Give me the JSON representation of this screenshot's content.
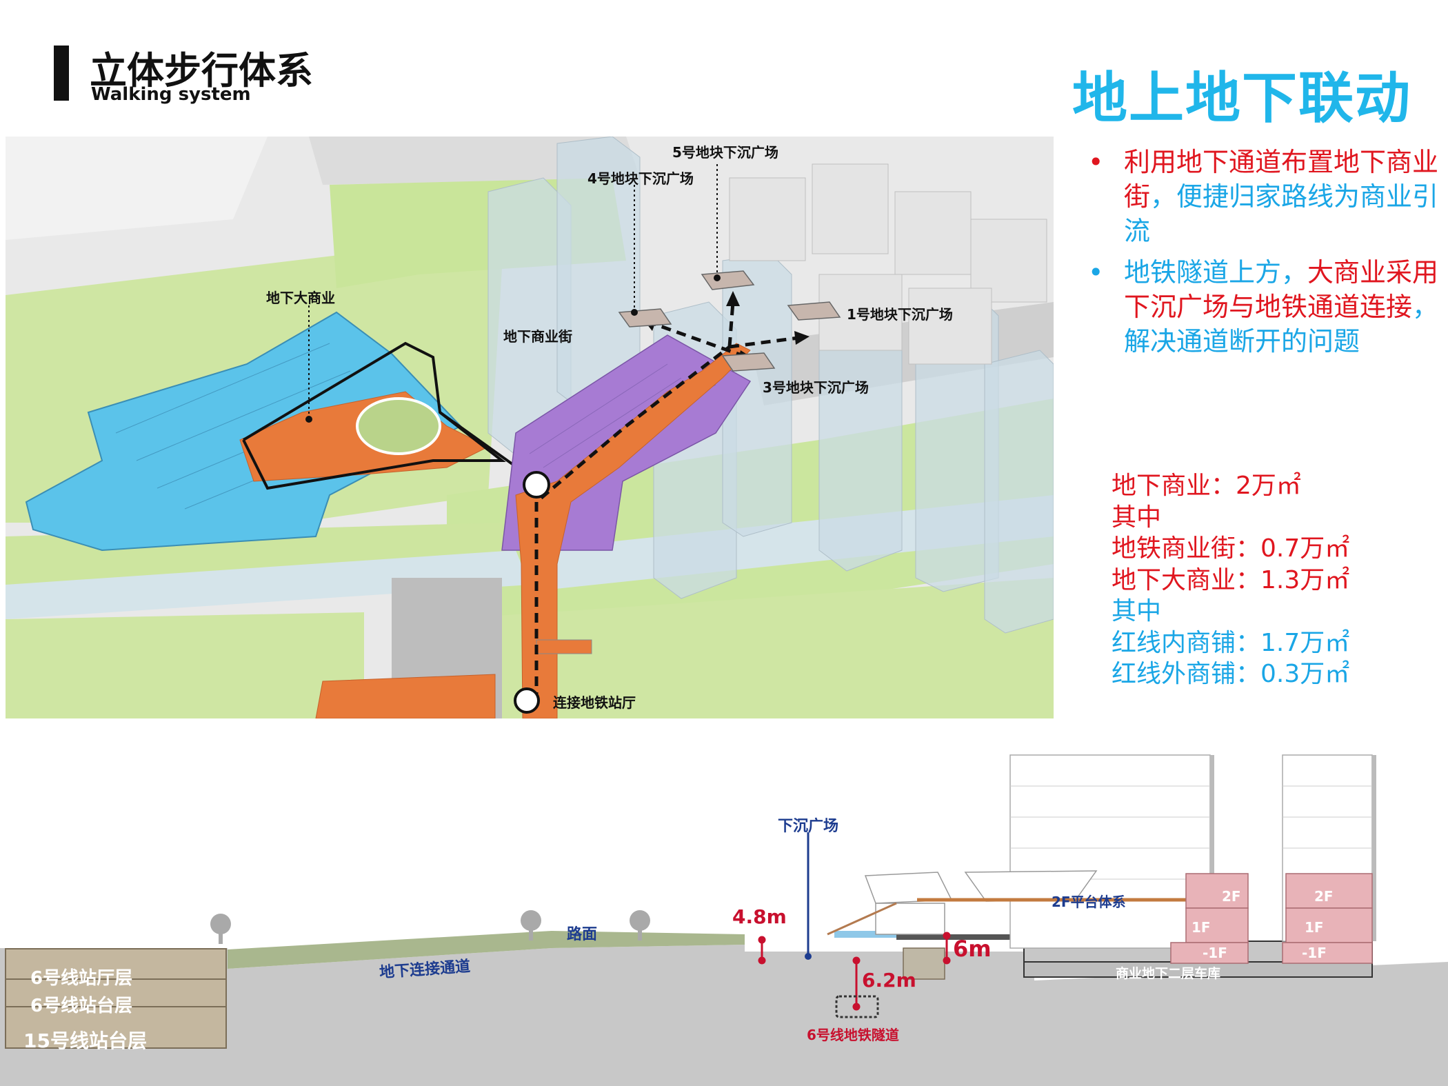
{
  "header": {
    "title": "立体步行体系",
    "subtitle": "Walking system"
  },
  "headline": "地上地下联动",
  "bullets": [
    {
      "parts": [
        {
          "text": "利用地下通道布置地下商业街",
          "color": "red"
        },
        {
          "text": "，便捷归家路线为商业引流",
          "color": "cyan"
        }
      ]
    },
    {
      "parts": [
        {
          "text": "地铁隧道上方，",
          "color": "cyan"
        },
        {
          "text": "大商业采用下沉广场与地铁通道连接",
          "color": "red"
        },
        {
          "text": "，解决通道断开的问题",
          "color": "cyan"
        }
      ]
    }
  ],
  "stats": [
    {
      "text": "地下商业：2万㎡",
      "color": "red"
    },
    {
      "text": "其中",
      "color": "red"
    },
    {
      "text": "地铁商业街：0.7万㎡",
      "color": "red"
    },
    {
      "text": "地下大商业：1.3万㎡",
      "color": "red"
    },
    {
      "text": "其中",
      "color": "cyan"
    },
    {
      "text": "红线内商铺：1.7万㎡",
      "color": "cyan"
    },
    {
      "text": "红线外商铺：0.3万㎡",
      "color": "cyan"
    }
  ],
  "map_labels": {
    "plaza5": "5号地块下沉广场",
    "plaza4": "4号地块下沉广场",
    "plaza1": "1号地块下沉广场",
    "plaza3": "3号地块下沉广场",
    "big_mall": "地下大商业",
    "mall_street": "地下商业街",
    "metro_hall": "连接地铁站厅"
  },
  "section_labels": {
    "sunken_plaza": "下沉广场",
    "road_surface": "路面",
    "underground_passage": "地下连接通道",
    "platform_2f": "2F平台体系",
    "basement_b2": "商业地下二层车库",
    "metro_tunnel": "6号线地铁隧道",
    "dim_48": "4.8m",
    "dim_62": "6.2m",
    "dim_6": "6m",
    "lvl_2f": "2F",
    "lvl_1f": "1F",
    "lvl_b1": "-1F",
    "line6_hall": "6号线站厅层",
    "line6_platform": "6号线站台层",
    "line15_platform": "15号线站台层"
  },
  "colors": {
    "headline": "#20b6ea",
    "accent_red": "#e0161f",
    "accent_cyan": "#1aa6e6",
    "mall_blue": "#5bc3ea",
    "street_purple": "#a77bd3",
    "path_orange": "#e87a3a",
    "grass": "#c9e59a",
    "pink_block": "#e8b3b8",
    "dim_red": "#c8102e",
    "label_blue": "#1d3c8f"
  }
}
